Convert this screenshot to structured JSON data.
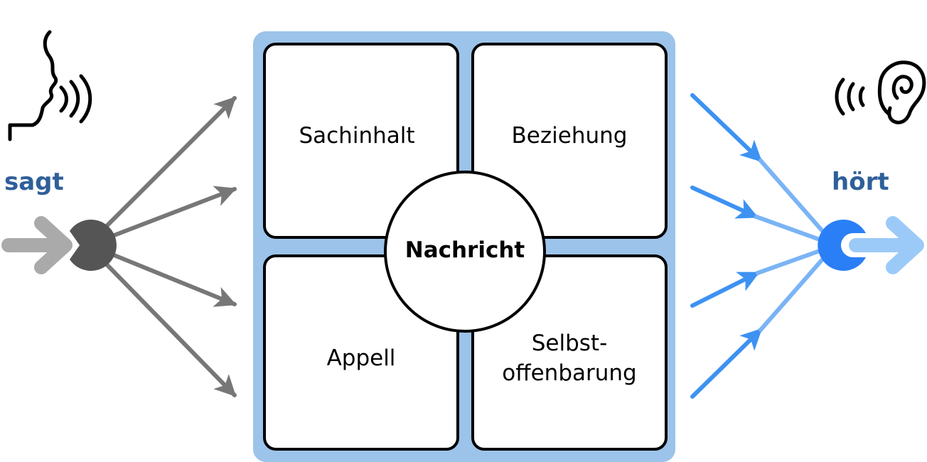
{
  "sender": {
    "label": "sagt"
  },
  "receiver": {
    "label": "hört"
  },
  "message": {
    "center": "Nachricht",
    "quadrants": {
      "top_left": "Sachinhalt",
      "top_right": "Beziehung",
      "bottom_left": "Appell",
      "bottom_right_line1": "Selbst-",
      "bottom_right_line2": "offenbarung"
    }
  },
  "colors": {
    "frame": "#9cc3e9",
    "sender_node": "#555555",
    "sender_arrows": "#777777",
    "input_arrow": "#aaaaaa",
    "receiver_node": "#2a7ff7",
    "receiver_arrows": "#3d92f2",
    "output_arrow": "#9ccaf8",
    "label_blue": "#2f5f9a"
  },
  "icons": {
    "speaker": "speaking-head-icon",
    "listener": "ear-icon"
  }
}
